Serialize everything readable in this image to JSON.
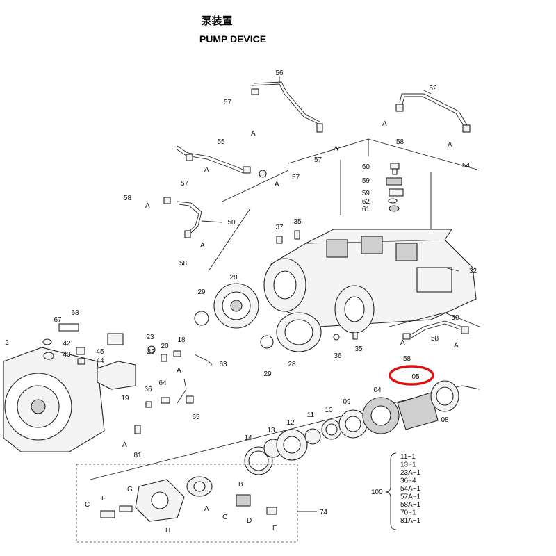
{
  "title": {
    "chinese": "泵装置",
    "english": "PUMP DEVICE"
  },
  "callouts": {
    "c56": "56",
    "c57a": "57",
    "c52": "52",
    "c58a": "58",
    "c55": "55",
    "c57b": "57",
    "c57c": "57",
    "c57d": "57",
    "c54": "54",
    "c60": "60",
    "c59a": "59",
    "c59b": "59",
    "c62": "62",
    "c61": "61",
    "c58b": "58",
    "c50a": "50",
    "c37": "37",
    "c35a": "35",
    "c58c": "58",
    "c32": "32",
    "c28a": "28",
    "c29a": "29",
    "c68": "68",
    "c67": "67",
    "c42": "42",
    "c43": "43",
    "c45": "45",
    "c44": "44",
    "c23": "23",
    "c22": "22",
    "c20": "20",
    "c18": "18",
    "c63": "63",
    "c19": "19",
    "c66": "66",
    "c64": "64",
    "c65": "65",
    "c2": "2",
    "c81": "81",
    "c28b": "28",
    "c29b": "29",
    "c36": "36",
    "c35b": "35",
    "c50b": "50",
    "c58d": "58",
    "c58e": "58",
    "c05": "05",
    "c04": "04",
    "c08": "08",
    "c09": "09",
    "c10": "10",
    "c11": "11",
    "c12": "12",
    "c13": "13",
    "c14": "14",
    "c74": "74",
    "c100": "100"
  },
  "refs": {
    "A": "A",
    "B": "B",
    "C": "C",
    "D": "D",
    "E": "E",
    "F": "F",
    "G": "G",
    "H": "H"
  },
  "kit_list": [
    "11~1",
    "13~1",
    "23A~1",
    "36~4",
    "54A~1",
    "57A~1",
    "58A~1",
    "70~1",
    "81A~1"
  ],
  "highlight": {
    "target": "05",
    "color": "#e01010"
  }
}
